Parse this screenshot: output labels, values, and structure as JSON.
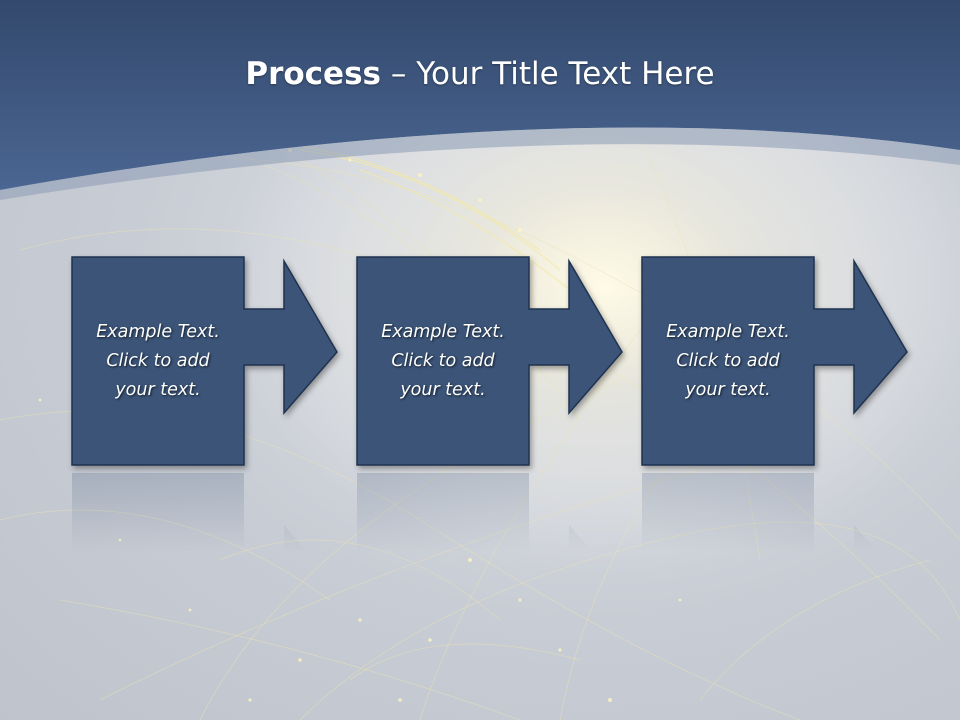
{
  "slide": {
    "title_bold": "Process",
    "title_rest": " – Your Title Text Here"
  },
  "steps": [
    {
      "text": "Example Text.\nClick  to add\nyour text."
    },
    {
      "text": "Example Text.\nClick  to add\nyour text."
    },
    {
      "text": "Example Text.\nClick  to add\nyour text."
    }
  ],
  "colors": {
    "header": "#3d5a86",
    "box_fill": "#3b5478",
    "box_border": "#1f3350",
    "title_text": "#ffffff"
  }
}
